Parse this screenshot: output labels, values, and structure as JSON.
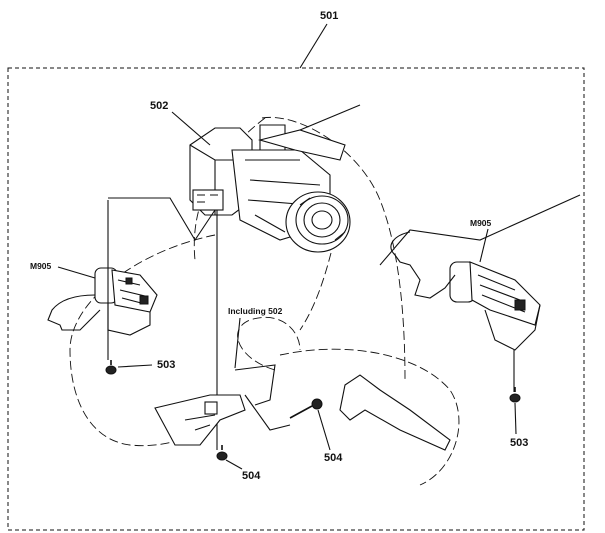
{
  "diagram": {
    "labels": {
      "assembly": "501",
      "lens_block": "502",
      "screw_left": "503",
      "screw_right": "503",
      "screw_center": "504",
      "screw_right_center": "504",
      "motor_left": "M905",
      "motor_right": "M905",
      "note": "Including 502"
    }
  }
}
